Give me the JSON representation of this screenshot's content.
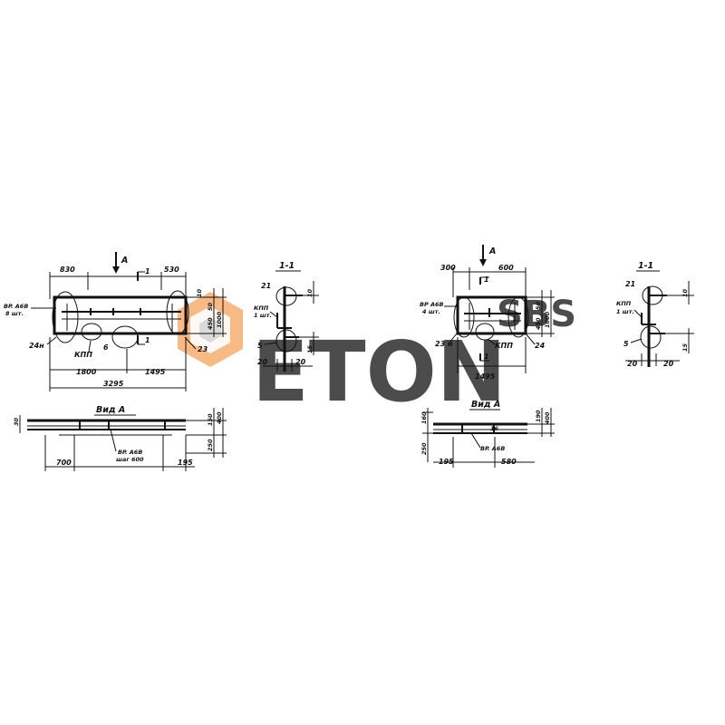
{
  "watermark": {
    "brand": "ETON",
    "tagline": "SBS",
    "colors": {
      "orange": "#f6a35c",
      "gray": "#d6d6d6"
    },
    "icon": "hexagon-logo-icon"
  },
  "left": {
    "view_arrow": "A",
    "section_mark": "1",
    "dims": {
      "top_left": "830",
      "top_right": "530",
      "right_a": "10",
      "right_b": "450",
      "right_c": "50",
      "right_total": "1000",
      "bottom_a": "1800",
      "bottom_b": "1495",
      "bottom_total": "3295"
    },
    "labels": {
      "rebar_line1": "BP. A6B",
      "rebar_line2": "8 шт.",
      "mark_24": "24н",
      "mark_kpp": "КПП",
      "mark_6": "6",
      "mark_23": "23"
    },
    "view_a": {
      "title": "Вид А",
      "left_mark": "30",
      "dim_150": "150",
      "dim_400": "400",
      "dim_250": "250",
      "dim_700": "700",
      "dim_195": "195",
      "note_line1": "BP. A6B",
      "note_line2": "шаг 600"
    }
  },
  "left_section": {
    "title": "1-1",
    "mark_21": "21",
    "kpp_line1": "КПП",
    "kpp_line2": "1 шт.",
    "mark_5": "5",
    "dim_10": "10",
    "dim_15": "15",
    "dim_20a": "20",
    "dim_20b": "20"
  },
  "right": {
    "view_arrow": "A",
    "section_mark": "1",
    "dims": {
      "top_left": "300",
      "top_right": "600",
      "right_a": "50",
      "right_b": "450",
      "right_total": "1000",
      "bottom": "1495"
    },
    "labels": {
      "rebar_line1": "BP A6B",
      "rebar_line2": "4 шт.",
      "mark_23": "23 н",
      "mark_kpp": "КПП",
      "mark_24": "24"
    },
    "view_a": {
      "title": "Вид А",
      "dim_160": "160",
      "dim_250": "250",
      "dim_190": "190",
      "dim_400": "400",
      "dim_195": "195",
      "dim_580": "580",
      "note": "BP. A6B",
      "mark_16": "16"
    }
  },
  "right_section": {
    "title": "1-1",
    "mark_21": "21",
    "kpp_line1": "КПП",
    "kpp_line2": "1 шт.",
    "mark_5": "5",
    "dim_10": "10",
    "dim_15": "15",
    "dim_20a": "20",
    "dim_20b": "20"
  }
}
